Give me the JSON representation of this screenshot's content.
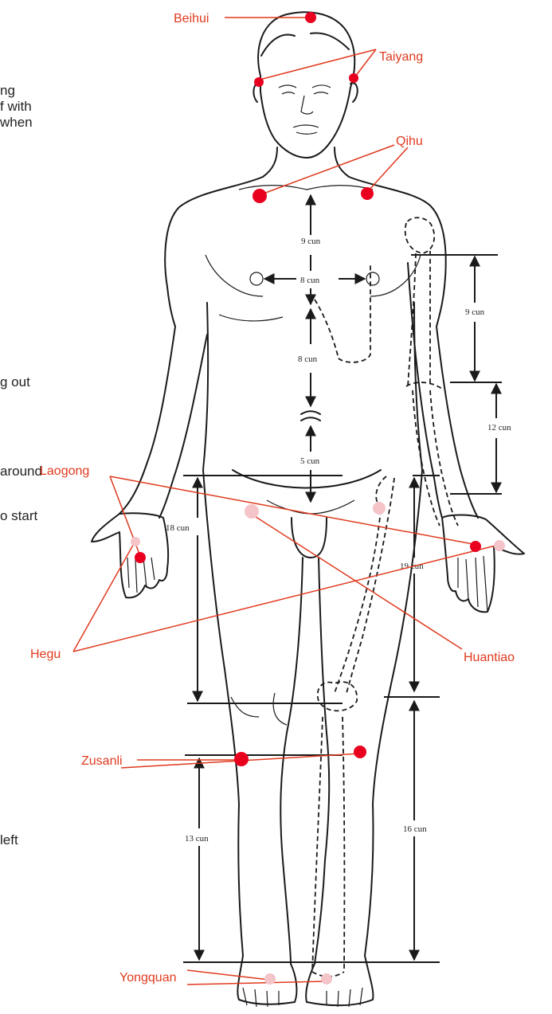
{
  "page_text_fragments": [
    "ng",
    "f with",
    "when",
    "g out",
    "around",
    "o start",
    "left"
  ],
  "labels": {
    "beihui": "Beihui",
    "taiyang": "Taiyang",
    "qihu": "Qihu",
    "laogong": "Laogong",
    "hegu": "Hegu",
    "huantiao": "Huantiao",
    "zusanli": "Zusanli",
    "yongquan": "Yongquan"
  },
  "measurements": {
    "chest_vertical": "9 cun",
    "nipple_span": "8 cun",
    "abdomen_upper": "8 cun",
    "abdomen_lower": "5 cun",
    "upper_arm": "9 cun",
    "forearm": "12 cun",
    "thigh_left": "18 cun",
    "thigh_right": "19 cun",
    "lower_leg_left": "13 cun",
    "lower_leg_right": "16 cun"
  },
  "colors": {
    "label_red": "#e03a1e",
    "point_red": "#e8001e",
    "point_pink": "#f4c4c8",
    "ink": "#1a1a1a"
  }
}
